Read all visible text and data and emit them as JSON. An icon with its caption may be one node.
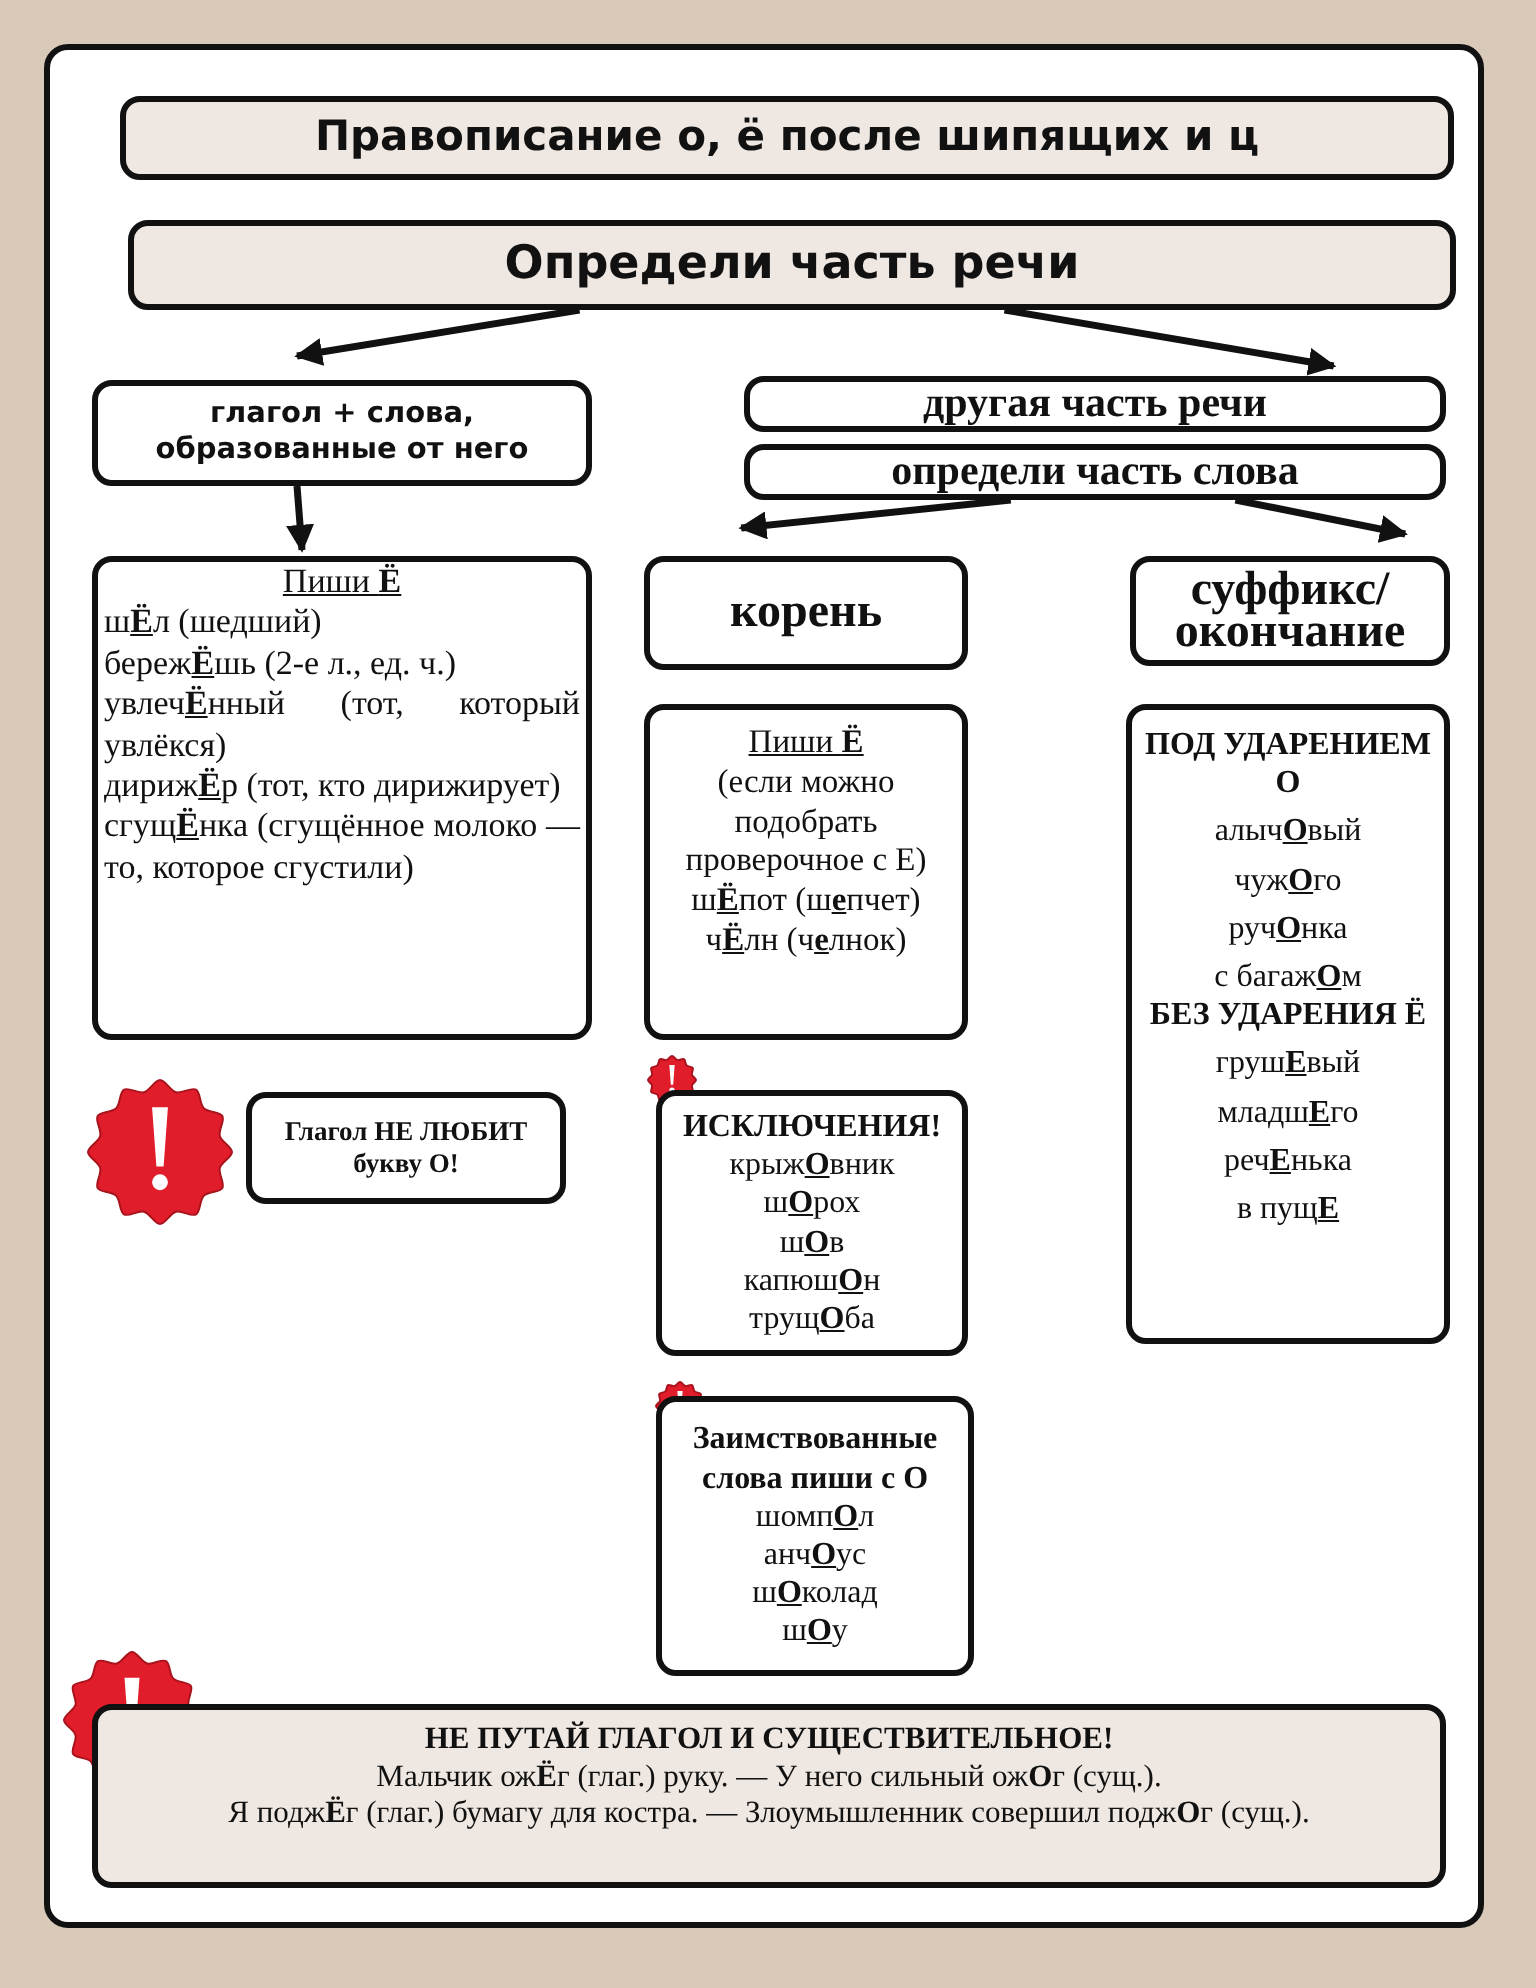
{
  "diagram": {
    "nodes": [
      {
        "text": [
          "Правописание о, ё после шипящих и ц"
        ]
      },
      {
        "text": [
          "Определи часть речи"
        ]
      },
      {
        "text": [
          "глагол + слова, образованные от него"
        ]
      },
      {
        "text": [
          "другая часть речи"
        ]
      },
      {
        "text": [
          "определи часть слова"
        ]
      },
      {
        "text": [
          "Пиши **Ё**",
          "ш**Ё**л (шедший)",
          "береж**Ё**шь (2-е л., ед. ч.)",
          "увлеч**Ё**нный (тот, который увлёкся)",
          "дириж**Ё**р (тот, кто дирижирует)",
          "сгущ**Ё**нка (сгущённое молоко — то, которое сгустили)"
        ]
      },
      {
        "text": [
          "корень"
        ]
      },
      {
        "text": [
          "суффикс/ окончание"
        ]
      },
      {
        "text": [
          "Пиши **Ё**",
          "(если можно подобрать проверочное с Е)",
          "ш**Ё**пот (ш**е**пчет)",
          "ч**Ё**лн (ч**е**лнок)"
        ]
      },
      {
        "text": [
          "ПОД УДАРЕНИЕМ О",
          "алыч**О**вый",
          "чуж**О**го",
          "руч**О**нка",
          "с багаж**О**м",
          "БЕЗ УДАРЕНИЯ Ё",
          "груш**Е**вый",
          "младш**Е**го",
          "реч**Е**нька",
          "в пущ**Е**"
        ]
      },
      {
        "text": [
          "Глагол НЕ ЛЮБИТ букву О!"
        ]
      },
      {
        "text": [
          "ИСКЛЮЧЕНИЯ!",
          "крыж**О**вник",
          "ш**О**рох",
          "ш**О**в",
          "капюш**О**н",
          "трущ**О**ба"
        ]
      },
      {
        "text": [
          "Заимствованные слова пиши с О",
          "шомп**О**л",
          "анч**О**ус",
          "ш**О**колад",
          "ш**О**у"
        ]
      },
      {
        "text": [
          "НЕ ПУТАЙ ГЛАГОЛ И СУЩЕСТВИТЕЛЬНОЕ!",
          "Мальчик ож**Ё**г (глаг.) руку. — У него сильный ож**О**г (сущ.).",
          "Я подж**Ё**г (глаг.) бумагу для костра. — Злоумышленник совершил подж**О**г (сущ.)."
        ]
      }
    ],
    "edges": [
      {
        "from": 1,
        "to": 2,
        "arrow": "to"
      },
      {
        "from": 1,
        "to": 3,
        "arrow": "to"
      },
      {
        "from": 2,
        "to": 5,
        "arrow": "to"
      },
      {
        "from": 4,
        "to": 6,
        "arrow": "to"
      },
      {
        "from": 4,
        "to": 7,
        "arrow": "to"
      }
    ]
  }
}
